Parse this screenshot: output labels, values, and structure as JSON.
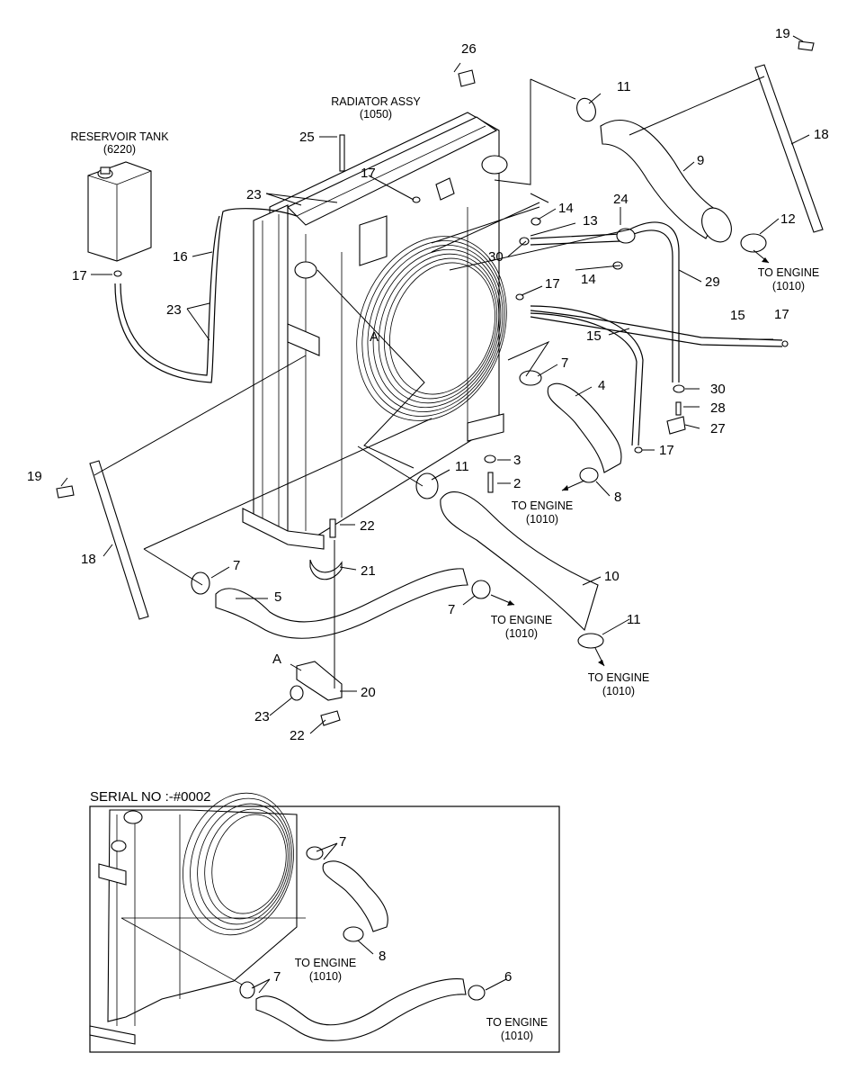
{
  "labels": {
    "radiator_title": "RADIATOR ASSY",
    "radiator_code": "(1050)",
    "reservoir_title": "RESERVOIR TANK",
    "reservoir_code": "(6220)",
    "to_engine": "TO ENGINE",
    "engine_code": "(1010)",
    "detail_a": "A",
    "serial_header": "SERIAL NO :-#0002"
  },
  "callouts": {
    "c26": "26",
    "c11": "11",
    "c19": "19",
    "c18": "18",
    "c9": "9",
    "c12": "12",
    "c25": "25",
    "c17": "17",
    "c23": "23",
    "c16": "16",
    "c24": "24",
    "c14": "14",
    "c13": "13",
    "c30": "30",
    "c29": "29",
    "c15": "15",
    "c7": "7",
    "c4": "4",
    "c28": "28",
    "c27": "27",
    "c3": "3",
    "c2": "2",
    "c8": "8",
    "c22": "22",
    "c21": "21",
    "c10": "10",
    "c5": "5",
    "c20": "20",
    "c6": "6"
  }
}
